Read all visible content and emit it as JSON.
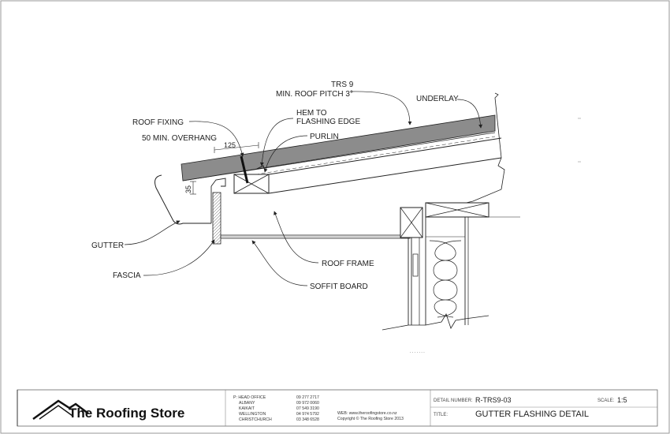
{
  "labels": {
    "trs": "TRS 9",
    "pitch": "MIN. ROOF PITCH 3°",
    "underlay": "UNDERLAY",
    "hem_1": "HEM TO",
    "hem_2": "FLASHING EDGE",
    "roof_fixing": "ROOF FIXING",
    "purlin": "PURLIN",
    "overhang": "50 MIN. OVERHANG",
    "dim_125": "125",
    "dim_35": "35",
    "gutter": "GUTTER",
    "fascia": "FASCIA",
    "roof_frame": "ROOF FRAME",
    "soffit": "SOFFIT BOARD"
  },
  "title_block": {
    "company": "The Roofing Store",
    "office_header": "P: HEAD OFFICE",
    "offices": [
      "ALBANY",
      "KAIKAIT",
      "WELLINGTON",
      "CHRISTCHURCH"
    ],
    "phones": [
      "09 277 2717",
      "09 972 0060",
      "07 549 3190",
      "04 974 5792",
      "03 348 6528"
    ],
    "web": "WEB: www.theroofingstore.co.nz",
    "copyright": "Copyright © The Roofing Store 2013",
    "detail_number_label": "DETAIL NUMBER:",
    "detail_number": "R-TRS9-03",
    "scale_label": "SCALE:",
    "scale": "1:5",
    "title_label": "TITLE:",
    "title": "GUTTER FLASHING DETAIL"
  },
  "colors": {
    "line": "#222222",
    "roof_sheet": "#8c8c8c",
    "border": "#9a9a9a"
  }
}
